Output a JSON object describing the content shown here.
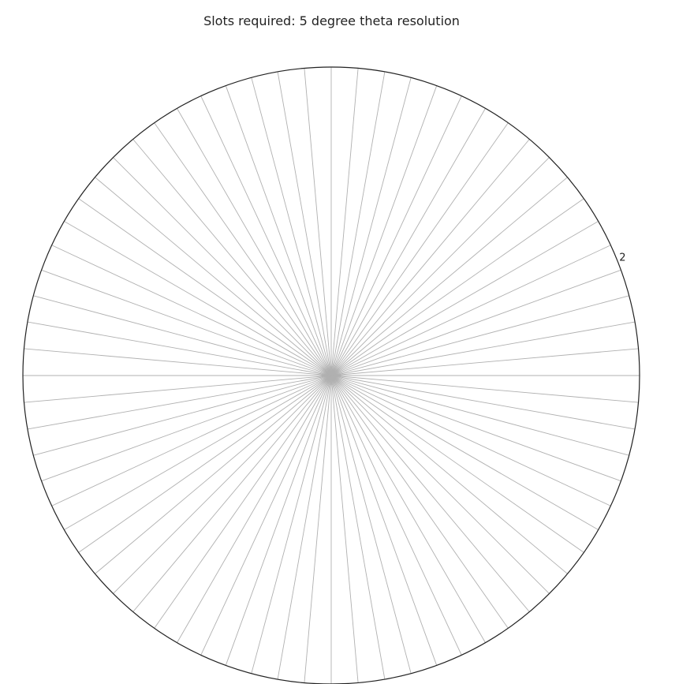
{
  "chart_data": {
    "type": "polar",
    "title": "Slots required: 5 degree theta resolution",
    "theta_step_deg": 5,
    "theta_values_deg": [
      0,
      5,
      10,
      15,
      20,
      25,
      30,
      35,
      40,
      45,
      50,
      55,
      60,
      65,
      70,
      75,
      80,
      85,
      90,
      95,
      100,
      105,
      110,
      115,
      120,
      125,
      130,
      135,
      140,
      145,
      150,
      155,
      160,
      165,
      170,
      175,
      180,
      185,
      190,
      195,
      200,
      205,
      210,
      215,
      220,
      225,
      230,
      235,
      240,
      245,
      250,
      255,
      260,
      265,
      270,
      275,
      280,
      285,
      290,
      295,
      300,
      305,
      310,
      315,
      320,
      325,
      330,
      335,
      340,
      345,
      350,
      355
    ],
    "r_max": 2,
    "r_tick_labels": [
      "2"
    ],
    "grid": true,
    "spoke_color": "#b0b0b0",
    "frame_color": "#222222"
  }
}
